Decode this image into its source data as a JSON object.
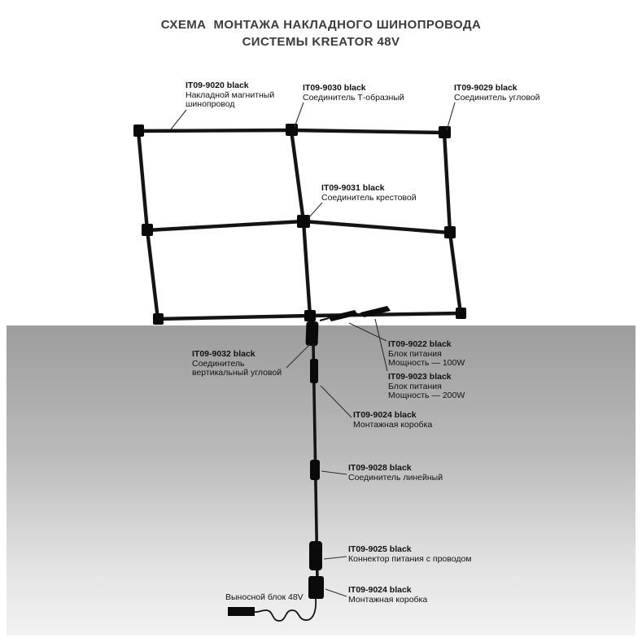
{
  "title": {
    "line1": "СХЕМА  МОНТАЖА НАКЛАДНОГО ШИНОПРОВОДА",
    "line2": "СИСТЕМЫ KREATOR 48V"
  },
  "labels": {
    "l9020": {
      "code": "IT09-9020 black",
      "desc1": "Накладной магнитный",
      "desc2": "шинопровод"
    },
    "l9030": {
      "code": "IT09-9030 black",
      "desc1": "Соединитель Т-образный"
    },
    "l9029": {
      "code": "IT09-9029 black",
      "desc1": "Соединитель угловой"
    },
    "l9031": {
      "code": "IT09-9031 black",
      "desc1": "Соединитель крестовой"
    },
    "l9032": {
      "code": "IT09-9032 black",
      "desc1": "Соединитель",
      "desc2": "вертикальный угловой"
    },
    "l9022": {
      "code": "IT09-9022 black",
      "desc1": "Блок питания",
      "desc2": "Мощность — 100W"
    },
    "l9023": {
      "code": "IT09-9023 black",
      "desc1": "Блок питания",
      "desc2": "Мощность — 200W"
    },
    "l9024a": {
      "code": "IT09-9024 black",
      "desc1": "Монтажная коробка"
    },
    "l9028": {
      "code": "IT09-9028 black",
      "desc1": "Соединитель линейный"
    },
    "l9025": {
      "code": "IT09-9025 black",
      "desc1": "Коннектор питания с проводом"
    },
    "l9024b": {
      "code": "IT09-9024 black",
      "desc1": "Монтажная коробка"
    },
    "block48": {
      "text": "Выносной блок 48V"
    }
  },
  "system_name": "KREATOR 48V"
}
